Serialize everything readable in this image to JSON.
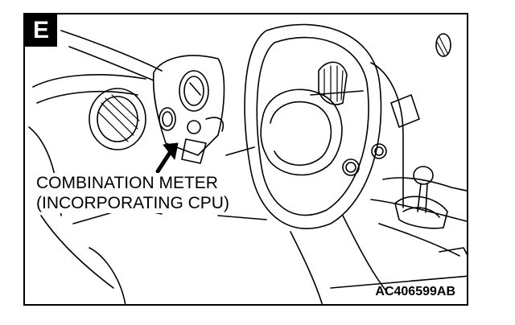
{
  "figure": {
    "view_label": "E",
    "callout_line1": "COMBINATION METER",
    "callout_line2": "(INCORPORATING CPU)",
    "figure_id": "AC406599AB"
  },
  "colors": {
    "ink": "#000000",
    "paper": "#ffffff"
  },
  "icons": {
    "pointer": "arrow-icon"
  }
}
